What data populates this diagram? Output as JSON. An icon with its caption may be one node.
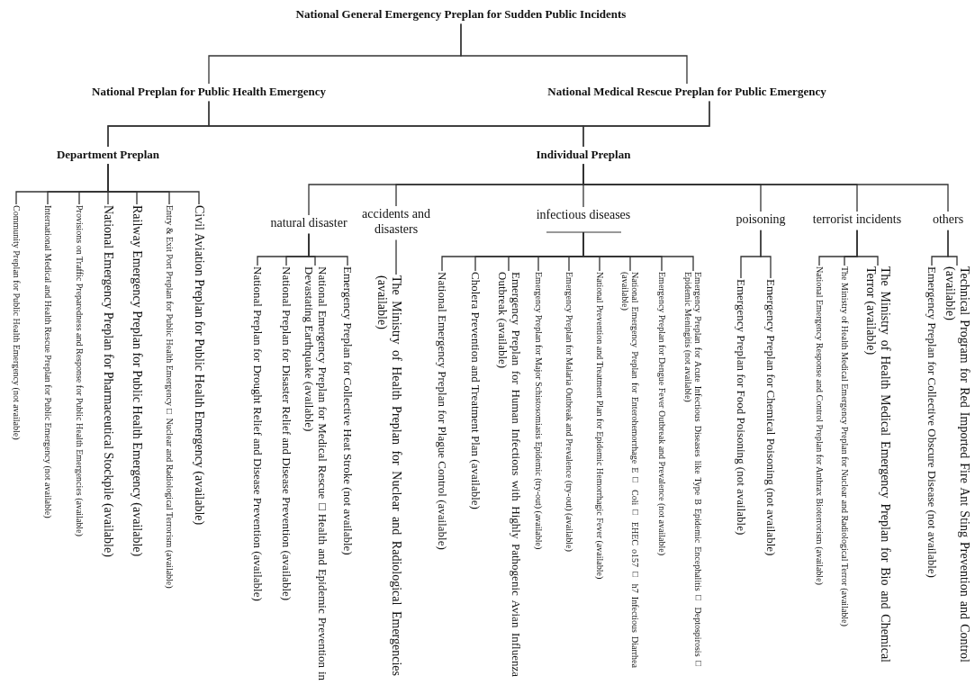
{
  "diagram": {
    "nodes": [
      {
        "text": [
          "National General Emergency Preplan for Sudden Public Incidents"
        ]
      },
      {
        "text": [
          "National Preplan for Public Health Emergency"
        ]
      },
      {
        "text": [
          "National Medical Rescue Preplan for Public Emergency"
        ]
      },
      {
        "text": [
          "Department Preplan"
        ]
      },
      {
        "text": [
          "Individual Preplan"
        ]
      },
      {
        "text": [
          "Community Preplan for Public Health Emergency (not available)"
        ]
      },
      {
        "text": [
          "International Medical and Health Rescue Preplan for Public Emergency (not available)"
        ]
      },
      {
        "text": [
          "Provisions on Traffic Preparedness and Response for Public Health Emergencies (available)"
        ]
      },
      {
        "text": [
          "National Emergency Preplan for Pharmaceutical Stockpile (available)"
        ]
      },
      {
        "text": [
          "Railway Emergency Preplan for Public Health Emergency (available)"
        ]
      },
      {
        "text": [
          "Entry & Exit Port Preplan for Public Health Emergency□ Nuclear and Radiological Terrorism (available)"
        ]
      },
      {
        "text": [
          "Civil Aviation Preplan for Public Health Emergency (available)"
        ]
      },
      {
        "text": [
          "natural disaster"
        ]
      },
      {
        "text": [
          "accidents and disasters"
        ]
      },
      {
        "text": [
          "infectious diseases"
        ]
      },
      {
        "text": [
          "poisoning"
        ]
      },
      {
        "text": [
          "terrorist incidents"
        ]
      },
      {
        "text": [
          "others"
        ]
      },
      {
        "text": [
          "National Preplan for Drought Relief and Disease Prevention (available)"
        ]
      },
      {
        "text": [
          "National Preplan for Disaster Relief and Disease Prevention (available)"
        ]
      },
      {
        "text": [
          "National Emergency Preplan for Medical Rescue□Health and Epidemic Prevention in Devastating Earthquake (available)"
        ]
      },
      {
        "text": [
          "Emergency Preplan for Collective Heat Stroke (not available)"
        ]
      },
      {
        "text": [
          "The Ministry of Health Preplan for Nuclear and Radiological Emergencies (available)"
        ]
      },
      {
        "text": [
          "National Emergency Preplan for Plague Control (available)"
        ]
      },
      {
        "text": [
          "Cholera Prevention and Treatment Plan (available)"
        ]
      },
      {
        "text": [
          "Emergency Preplan for Human Infections with Highly Pathogenic Avian Influenza Outbreak (available)"
        ]
      },
      {
        "text": [
          "Emergency Preplan for Major Schistosomiasis Epidemic (try-out) (available)"
        ]
      },
      {
        "text": [
          "Emergency Preplan for Malaria Outbreak and Prevalence (try-out) (available)"
        ]
      },
      {
        "text": [
          "National Prevention and Treatment Plan for Epidemic Hemorrhagic Fever (available)"
        ]
      },
      {
        "text": [
          "National Emergency Preplan for Enterohemorrhage E□ Coli□ EHEC o157□ h7 Infectious Diarrhea (available)"
        ]
      },
      {
        "text": [
          "Emergency Preplan for Dengue Fever Outbreak and Prevalence (not available)"
        ]
      },
      {
        "text": [
          "Emergency Preplan for Acute Infectious Diseases like Type B Epidemic Encephalitis□ Deptospirosis□ Epidemic Meningitis (not available)"
        ]
      },
      {
        "text": [
          "Emergency Preplan for Food Poisoning (not available)"
        ]
      },
      {
        "text": [
          "Emergency Preplan for Chemical Poisoning (not available)"
        ]
      },
      {
        "text": [
          "National Emergency Response and Control Preplan for Anthrax Bioterrorism (available)"
        ]
      },
      {
        "text": [
          "The Ministry of Health Medical Emergency Preplan for Nuclear and Radiological Terror (available)"
        ]
      },
      {
        "text": [
          "The Ministry of Health Medical Emergency Preplan for Bio and Chemical Terror (available)"
        ]
      },
      {
        "text": [
          "Emergency Preplan for Collective Obscure Disease (not available)"
        ]
      },
      {
        "text": [
          "Technical Program for Red Imported Fire Ant Sting Prevention and Control (available)"
        ]
      }
    ],
    "edges": [
      {
        "from": 0,
        "to": 1,
        "arrow": "none"
      },
      {
        "from": 0,
        "to": 2,
        "arrow": "none"
      },
      {
        "from": 1,
        "to": 3,
        "arrow": "none"
      },
      {
        "from": 1,
        "to": 4,
        "arrow": "none"
      },
      {
        "from": 2,
        "to": 3,
        "arrow": "none"
      },
      {
        "from": 2,
        "to": 4,
        "arrow": "none"
      },
      {
        "from": 3,
        "to": 5,
        "arrow": "none"
      },
      {
        "from": 3,
        "to": 6,
        "arrow": "none"
      },
      {
        "from": 3,
        "to": 7,
        "arrow": "none"
      },
      {
        "from": 3,
        "to": 8,
        "arrow": "none"
      },
      {
        "from": 3,
        "to": 9,
        "arrow": "none"
      },
      {
        "from": 3,
        "to": 10,
        "arrow": "none"
      },
      {
        "from": 3,
        "to": 11,
        "arrow": "none"
      },
      {
        "from": 4,
        "to": 12,
        "arrow": "none"
      },
      {
        "from": 4,
        "to": 13,
        "arrow": "none"
      },
      {
        "from": 4,
        "to": 14,
        "arrow": "none"
      },
      {
        "from": 4,
        "to": 15,
        "arrow": "none"
      },
      {
        "from": 4,
        "to": 16,
        "arrow": "none"
      },
      {
        "from": 4,
        "to": 17,
        "arrow": "none"
      },
      {
        "from": 12,
        "to": 18,
        "arrow": "none"
      },
      {
        "from": 12,
        "to": 19,
        "arrow": "none"
      },
      {
        "from": 12,
        "to": 20,
        "arrow": "none"
      },
      {
        "from": 12,
        "to": 21,
        "arrow": "none"
      },
      {
        "from": 13,
        "to": 22,
        "arrow": "none"
      },
      {
        "from": 14,
        "to": 23,
        "arrow": "none"
      },
      {
        "from": 14,
        "to": 24,
        "arrow": "none"
      },
      {
        "from": 14,
        "to": 25,
        "arrow": "none"
      },
      {
        "from": 14,
        "to": 26,
        "arrow": "none"
      },
      {
        "from": 14,
        "to": 27,
        "arrow": "none"
      },
      {
        "from": 14,
        "to": 28,
        "arrow": "none"
      },
      {
        "from": 14,
        "to": 29,
        "arrow": "none"
      },
      {
        "from": 14,
        "to": 30,
        "arrow": "none"
      },
      {
        "from": 14,
        "to": 31,
        "arrow": "none"
      },
      {
        "from": 15,
        "to": 32,
        "arrow": "none"
      },
      {
        "from": 15,
        "to": 33,
        "arrow": "none"
      },
      {
        "from": 16,
        "to": 34,
        "arrow": "none"
      },
      {
        "from": 16,
        "to": 35,
        "arrow": "none"
      },
      {
        "from": 16,
        "to": 36,
        "arrow": "none"
      },
      {
        "from": 17,
        "to": 37,
        "arrow": "none"
      },
      {
        "from": 17,
        "to": 38,
        "arrow": "none"
      }
    ]
  }
}
